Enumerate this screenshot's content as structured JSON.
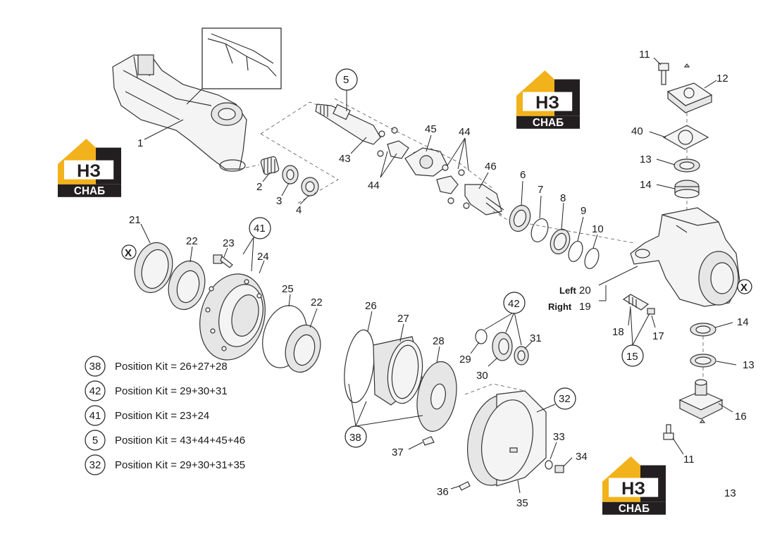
{
  "page_number": "13",
  "brand": {
    "logo_letters": "НЗ",
    "logo_word": "СНАБ",
    "accent": "#f2b21b",
    "dark": "#231f20"
  },
  "parts": [
    {
      "num": "1"
    },
    {
      "num": "2"
    },
    {
      "num": "3"
    },
    {
      "num": "4"
    },
    {
      "num": "5"
    },
    {
      "num": "43"
    },
    {
      "num": "44"
    },
    {
      "num": "45"
    },
    {
      "num": "44"
    },
    {
      "num": "46"
    },
    {
      "num": "6"
    },
    {
      "num": "7"
    },
    {
      "num": "8"
    },
    {
      "num": "9"
    },
    {
      "num": "10"
    },
    {
      "num": "11"
    },
    {
      "num": "12"
    },
    {
      "num": "40"
    },
    {
      "num": "13"
    },
    {
      "num": "14"
    },
    {
      "num": "21"
    },
    {
      "num": "22"
    },
    {
      "num": "23"
    },
    {
      "num": "41"
    },
    {
      "num": "24"
    },
    {
      "num": "25"
    },
    {
      "num": "22"
    },
    {
      "num": "26"
    },
    {
      "num": "27"
    },
    {
      "num": "28"
    },
    {
      "num": "42"
    },
    {
      "num": "29"
    },
    {
      "num": "30"
    },
    {
      "num": "31"
    },
    {
      "num": "38"
    },
    {
      "num": "37"
    },
    {
      "num": "32"
    },
    {
      "num": "33"
    },
    {
      "num": "34"
    },
    {
      "num": "36"
    },
    {
      "num": "35"
    },
    {
      "num": "18"
    },
    {
      "num": "17"
    },
    {
      "num": "15"
    },
    {
      "num": "14"
    },
    {
      "num": "13"
    },
    {
      "num": "16"
    },
    {
      "num": "11"
    }
  ],
  "side_labels": [
    {
      "label": "Left",
      "num": "20"
    },
    {
      "label": "Right",
      "num": "19"
    }
  ],
  "marker_x": "X",
  "legend": [
    {
      "num": "38",
      "text": "Position Kit = 26+27+28"
    },
    {
      "num": "42",
      "text": "Position Kit = 29+30+31"
    },
    {
      "num": "41",
      "text": "Position Kit = 23+24"
    },
    {
      "num": "5",
      "text": "Position Kit = 43+44+45+46"
    },
    {
      "num": "32",
      "text": "Position Kit = 29+30+31+35"
    }
  ]
}
